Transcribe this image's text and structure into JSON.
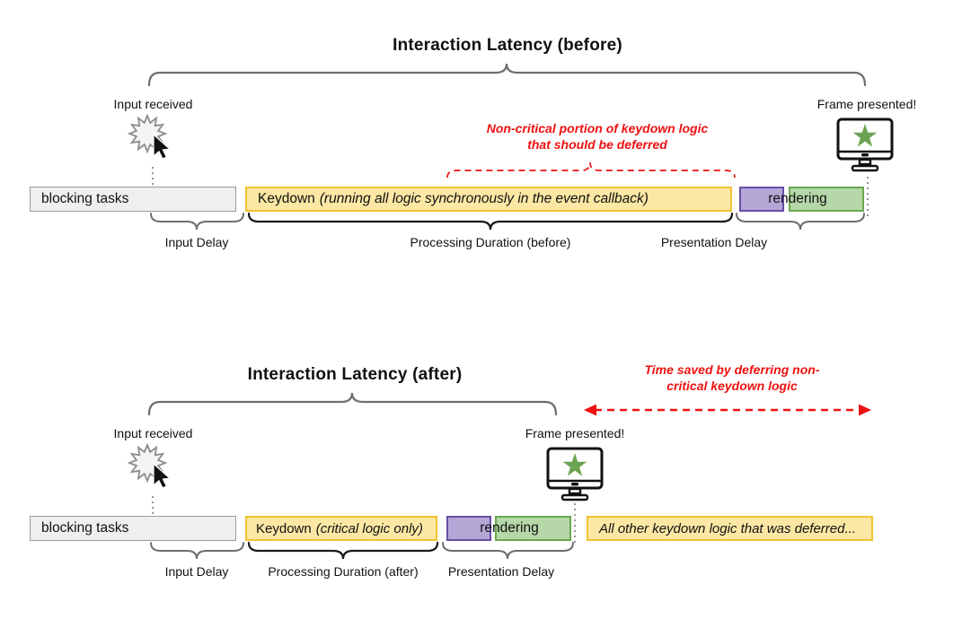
{
  "colors": {
    "yellow_fill": "#FCE8A4",
    "yellow_border": "#F1C232",
    "purple_fill": "#B4A7D6",
    "purple_border": "#674EA7",
    "green_fill": "#B6D7A8",
    "green_border": "#6AA84F",
    "gray_fill": "#EFEFEF",
    "gray_border": "#999999",
    "red": "#EE1111",
    "brace_gray": "#6E6E6E",
    "brace_black": "#1A1A1A",
    "dotted_gray": "#8A8A8A",
    "text": "#111111",
    "star_green": "#6BA351"
  },
  "before": {
    "title": "Interaction Latency (before)",
    "input_received_label": "Input received",
    "frame_presented_label": "Frame presented!",
    "deferred_annotation": "Non-critical portion of keydown logic that should be deferred",
    "bars": {
      "blocking_tasks": "blocking tasks",
      "keydown_main": "Keydown",
      "keydown_detail": "(running all logic synchronously in the event callback)",
      "rendering": "rendering"
    },
    "duration_labels": {
      "input_delay": "Input Delay",
      "processing": "Processing Duration (before)",
      "presentation": "Presentation Delay"
    }
  },
  "after": {
    "title": "Interaction Latency (after)",
    "input_received_label": "Input received",
    "frame_presented_label": "Frame presented!",
    "time_saved_annotation": "Time saved by deferring non-critical keydown logic",
    "bars": {
      "blocking_tasks": "blocking tasks",
      "keydown_main": "Keydown",
      "keydown_detail": "(critical logic only)",
      "rendering": "rendering",
      "deferred": "All other keydown logic that was deferred..."
    },
    "duration_labels": {
      "input_delay": "Input Delay",
      "processing": "Processing Duration (after)",
      "presentation": "Presentation Delay"
    }
  },
  "icons": {
    "input_burst": "click-burst-with-cursor",
    "frame_monitor": "monitor-with-star"
  }
}
